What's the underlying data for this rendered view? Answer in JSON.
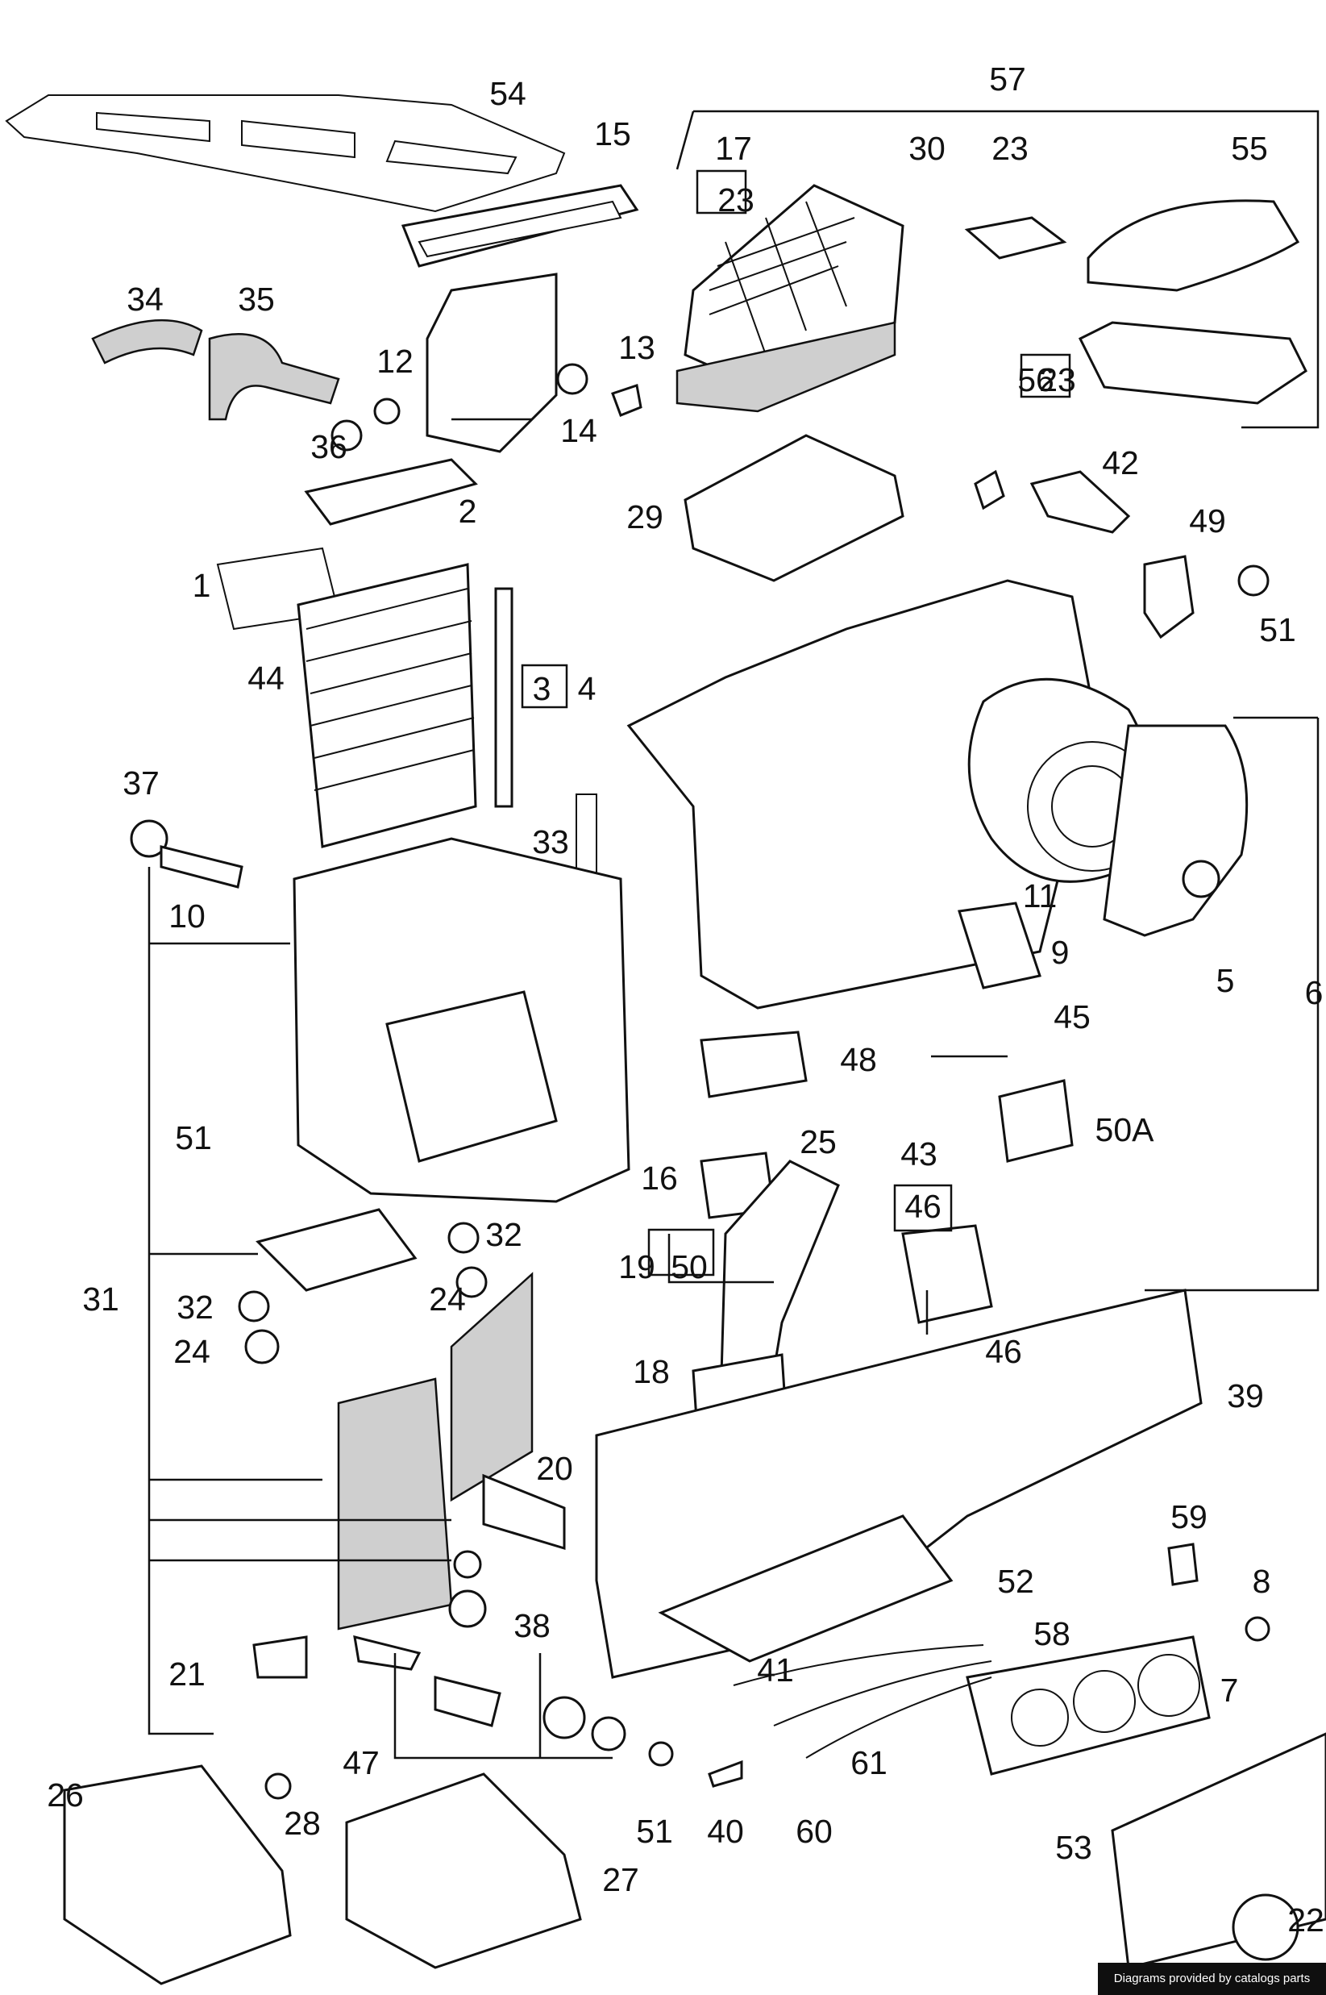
{
  "credit": "Diagrams provided by catalogs parts",
  "callouts": [
    "54",
    "15",
    "57",
    "17",
    "23",
    "30",
    "23",
    "55",
    "34",
    "35",
    "12",
    "13",
    "14",
    "56",
    "23",
    "36",
    "2",
    "29",
    "42",
    "49",
    "1",
    "44",
    "3",
    "4",
    "51",
    "37",
    "33",
    "11",
    "9",
    "5",
    "6",
    "10",
    "45",
    "48",
    "50A",
    "51",
    "16",
    "25",
    "43",
    "46",
    "32",
    "19",
    "50",
    "24",
    "31",
    "32",
    "24",
    "46",
    "18",
    "39",
    "20",
    "59",
    "52",
    "8",
    "38",
    "58",
    "21",
    "41",
    "7",
    "47",
    "61",
    "26",
    "28",
    "51",
    "40",
    "60",
    "53",
    "27",
    "22"
  ]
}
